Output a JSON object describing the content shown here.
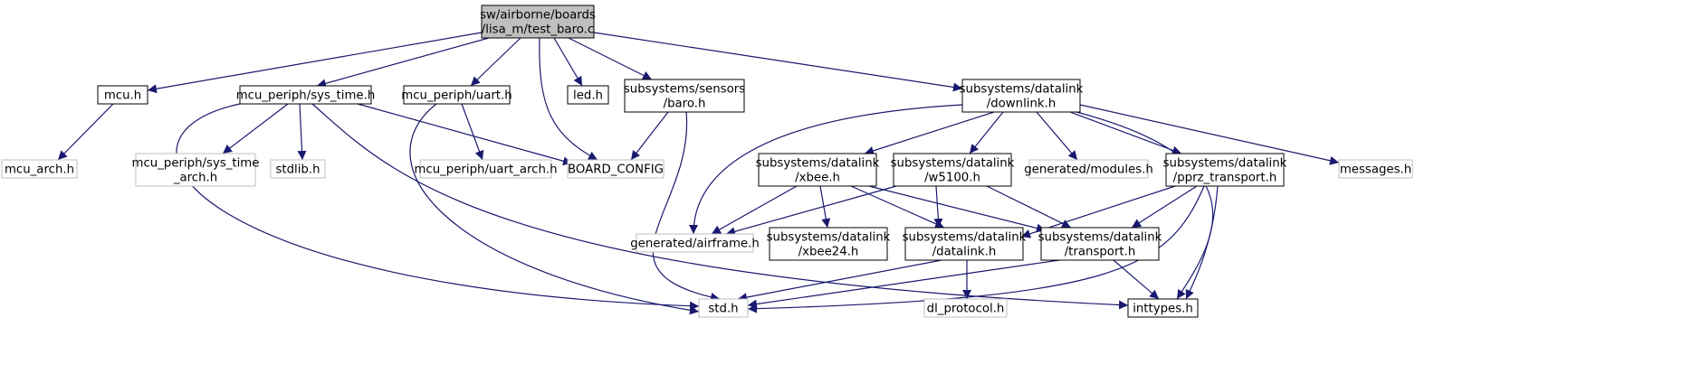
{
  "graph": {
    "colors": {
      "edge": "#191970",
      "node_border": "#000000",
      "missing_border": "#bfbfbf",
      "root_fill": "#bfbfbf",
      "fill": "#ffffff"
    },
    "nodes": {
      "test_baro_c": {
        "lines": [
          "sw/airborne/boards",
          "/lisa_m/test_baro.c"
        ],
        "kind": "root"
      },
      "mcu_h": {
        "lines": [
          "mcu.h"
        ],
        "kind": "normal"
      },
      "sys_time_h": {
        "lines": [
          "mcu_periph/sys_time.h"
        ],
        "kind": "normal"
      },
      "uart_h": {
        "lines": [
          "mcu_periph/uart.h"
        ],
        "kind": "normal"
      },
      "led_h": {
        "lines": [
          "led.h"
        ],
        "kind": "normal"
      },
      "baro_h": {
        "lines": [
          "subsystems/sensors",
          "/baro.h"
        ],
        "kind": "normal"
      },
      "downlink_h": {
        "lines": [
          "subsystems/datalink",
          "/downlink.h"
        ],
        "kind": "normal"
      },
      "mcu_arch_h": {
        "lines": [
          "mcu_arch.h"
        ],
        "kind": "missing"
      },
      "sys_time_arch_h": {
        "lines": [
          "mcu_periph/sys_time",
          "_arch.h"
        ],
        "kind": "missing"
      },
      "stdlib_h": {
        "lines": [
          "stdlib.h"
        ],
        "kind": "missing"
      },
      "uart_arch_h": {
        "lines": [
          "mcu_periph/uart_arch.h"
        ],
        "kind": "missing"
      },
      "board_config": {
        "lines": [
          "BOARD_CONFIG"
        ],
        "kind": "missing"
      },
      "xbee_h": {
        "lines": [
          "subsystems/datalink",
          "/xbee.h"
        ],
        "kind": "normal"
      },
      "w5100_h": {
        "lines": [
          "subsystems/datalink",
          "/w5100.h"
        ],
        "kind": "normal"
      },
      "modules_h": {
        "lines": [
          "generated/modules.h"
        ],
        "kind": "missing"
      },
      "pprz_transport_h": {
        "lines": [
          "subsystems/datalink",
          "/pprz_transport.h"
        ],
        "kind": "normal"
      },
      "messages_h": {
        "lines": [
          "messages.h"
        ],
        "kind": "missing"
      },
      "airframe_h": {
        "lines": [
          "generated/airframe.h"
        ],
        "kind": "missing"
      },
      "xbee24_h": {
        "lines": [
          "subsystems/datalink",
          "/xbee24.h"
        ],
        "kind": "normal"
      },
      "datalink_h": {
        "lines": [
          "subsystems/datalink",
          "/datalink.h"
        ],
        "kind": "normal"
      },
      "transport_h": {
        "lines": [
          "subsystems/datalink",
          "/transport.h"
        ],
        "kind": "normal"
      },
      "std_h": {
        "lines": [
          "std.h"
        ],
        "kind": "missing"
      },
      "dl_protocol_h": {
        "lines": [
          "dl_protocol.h"
        ],
        "kind": "missing"
      },
      "inttypes_h": {
        "lines": [
          "inttypes.h"
        ],
        "kind": "normal"
      }
    },
    "edges": [
      [
        "test_baro_c",
        "mcu_h"
      ],
      [
        "test_baro_c",
        "sys_time_h"
      ],
      [
        "test_baro_c",
        "uart_h"
      ],
      [
        "test_baro_c",
        "board_config"
      ],
      [
        "test_baro_c",
        "led_h"
      ],
      [
        "test_baro_c",
        "baro_h"
      ],
      [
        "test_baro_c",
        "downlink_h"
      ],
      [
        "mcu_h",
        "mcu_arch_h"
      ],
      [
        "sys_time_h",
        "sys_time_arch_h"
      ],
      [
        "sys_time_h",
        "stdlib_h"
      ],
      [
        "sys_time_h",
        "board_config"
      ],
      [
        "sys_time_h",
        "std_h"
      ],
      [
        "sys_time_h",
        "inttypes_h"
      ],
      [
        "uart_h",
        "uart_arch_h"
      ],
      [
        "uart_h",
        "std_h"
      ],
      [
        "baro_h",
        "board_config"
      ],
      [
        "baro_h",
        "std_h"
      ],
      [
        "downlink_h",
        "airframe_h"
      ],
      [
        "downlink_h",
        "xbee_h"
      ],
      [
        "downlink_h",
        "w5100_h"
      ],
      [
        "downlink_h",
        "modules_h"
      ],
      [
        "downlink_h",
        "pprz_transport_h"
      ],
      [
        "downlink_h",
        "messages_h"
      ],
      [
        "downlink_h",
        "inttypes_h"
      ],
      [
        "xbee_h",
        "airframe_h"
      ],
      [
        "xbee_h",
        "xbee24_h"
      ],
      [
        "xbee_h",
        "datalink_h"
      ],
      [
        "xbee_h",
        "transport_h"
      ],
      [
        "w5100_h",
        "airframe_h"
      ],
      [
        "w5100_h",
        "datalink_h"
      ],
      [
        "w5100_h",
        "transport_h"
      ],
      [
        "pprz_transport_h",
        "datalink_h"
      ],
      [
        "pprz_transport_h",
        "transport_h"
      ],
      [
        "pprz_transport_h",
        "std_h"
      ],
      [
        "pprz_transport_h",
        "inttypes_h"
      ],
      [
        "datalink_h",
        "std_h"
      ],
      [
        "datalink_h",
        "dl_protocol_h"
      ],
      [
        "transport_h",
        "std_h"
      ],
      [
        "transport_h",
        "inttypes_h"
      ]
    ]
  }
}
